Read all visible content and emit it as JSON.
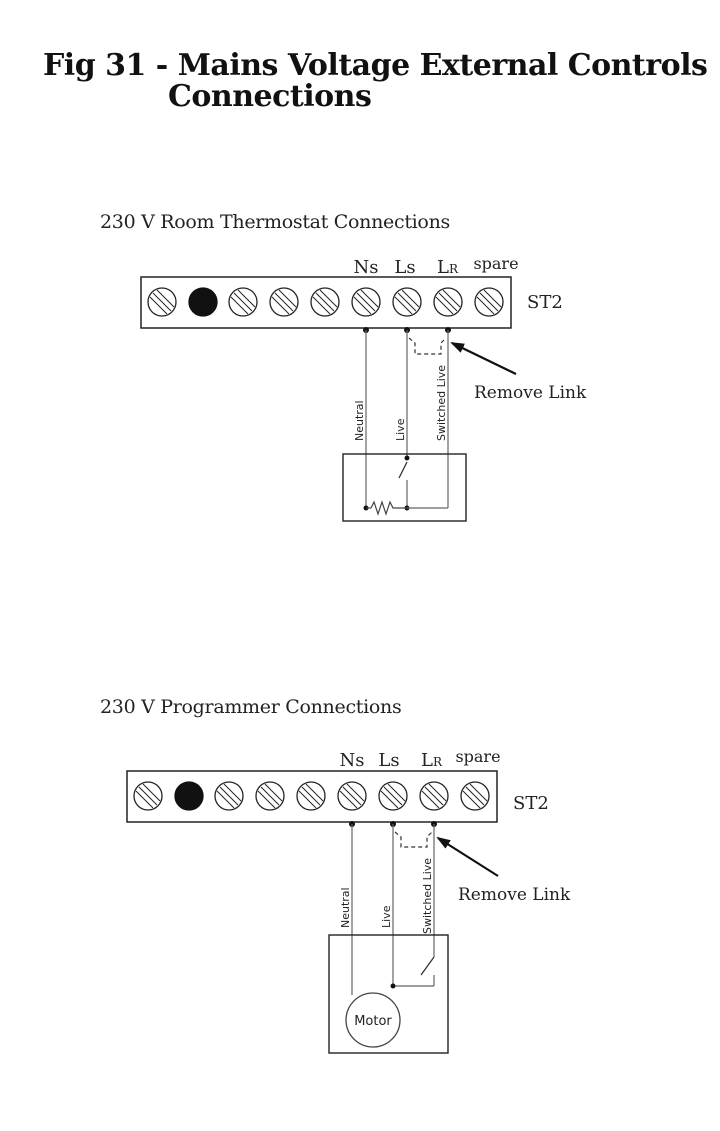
{
  "figure": {
    "number": "Fig 31",
    "title_line1": "Fig  31 - Mains Voltage External Controls",
    "title_line2": "Connections"
  },
  "thermostat": {
    "title": "230 V Room Thermostat Connections",
    "terminal_labels": {
      "ns": "Ns",
      "ls": "Ls",
      "lr_main": "L",
      "lr_sub": "R",
      "spare": "spare"
    },
    "strip_label": "ST2",
    "wires": {
      "neutral": "Neutral",
      "live": "Live",
      "switched_live": "Switched Live"
    },
    "annotation": "Remove Link"
  },
  "programmer": {
    "title": "230 V Programmer Connections",
    "terminal_labels": {
      "ns": "Ns",
      "ls": "Ls",
      "lr_main": "L",
      "lr_sub": "R",
      "spare": "spare"
    },
    "strip_label": "ST2",
    "wires": {
      "neutral": "Neutral",
      "live": "Live",
      "switched_live": "Switched Live"
    },
    "annotation": "Remove Link",
    "motor_label": "Motor"
  },
  "colors": {
    "line": "#222222",
    "wire": "#666666",
    "filled_terminal": "#111111"
  }
}
